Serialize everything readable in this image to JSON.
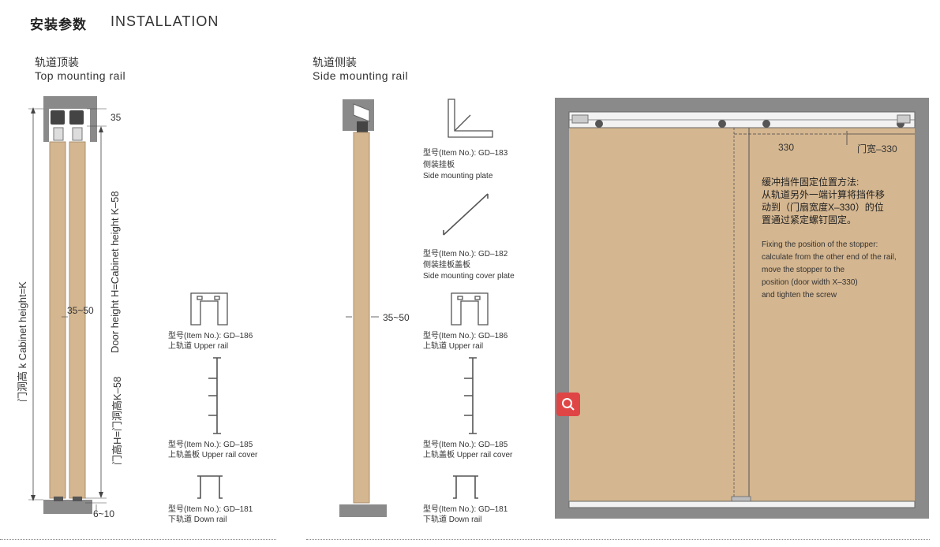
{
  "header": {
    "title_cn": "安装参数",
    "title_en": "INSTALLATION"
  },
  "top_mount": {
    "title_cn": "轨道顶装",
    "title_en": "Top mounting rail",
    "dim_top": "35",
    "dim_gap": "35~50",
    "dim_bottom": "6~10",
    "label_cabinet": "门洞高 k  Cabinet height=K",
    "label_door": "Door height H=Cabinet height K–58",
    "label_door_cn": "门高H=门洞高K–58"
  },
  "side_mount": {
    "title_cn": "轨道侧装",
    "title_en": "Side mounting rail",
    "dim_gap": "35~50"
  },
  "profiles_left": [
    {
      "item": "型号(Item No.): GD–186",
      "name": "上轨道 Upper rail"
    },
    {
      "item": "型号(Item No.): GD–185",
      "name": "上轨盖板 Upper rail cover"
    },
    {
      "item": "型号(Item No.): GD–181",
      "name": "下轨道 Down rail"
    }
  ],
  "profiles_right": [
    {
      "item": "型号(Item No.): GD–183",
      "name_cn": "侧装挂板",
      "name_en": "Side mounting plate"
    },
    {
      "item": "型号(Item No.): GD–182",
      "name_cn": "侧装挂板盖板",
      "name_en": "Side mounting cover plate"
    },
    {
      "item": "型号(Item No.): GD–186",
      "name": "上轨道 Upper rail"
    },
    {
      "item": "型号(Item No.): GD–185",
      "name": "上轨盖板 Upper rail cover"
    },
    {
      "item": "型号(Item No.): GD–181",
      "name": "下轨道 Down rail"
    }
  ],
  "stopper": {
    "dim_left": "330",
    "dim_right": "门宽–330",
    "note_cn": [
      "缓冲挡件固定位置方法:",
      "从轨道另外一端计算将挡件移",
      "动到（门扇宽度X–330）的位",
      "置通过紧定螺钉固定。"
    ],
    "note_en": [
      "Fixing the position of the stopper:",
      "calculate from the other end of the rail,",
      "move the stopper to the",
      "position (door width X–330)",
      "and tighten the screw"
    ]
  },
  "icons": {
    "zoom": "search-icon"
  },
  "colors": {
    "wood": "#d4b690",
    "frame": "#8a8a8a",
    "accent": "#e04545"
  }
}
